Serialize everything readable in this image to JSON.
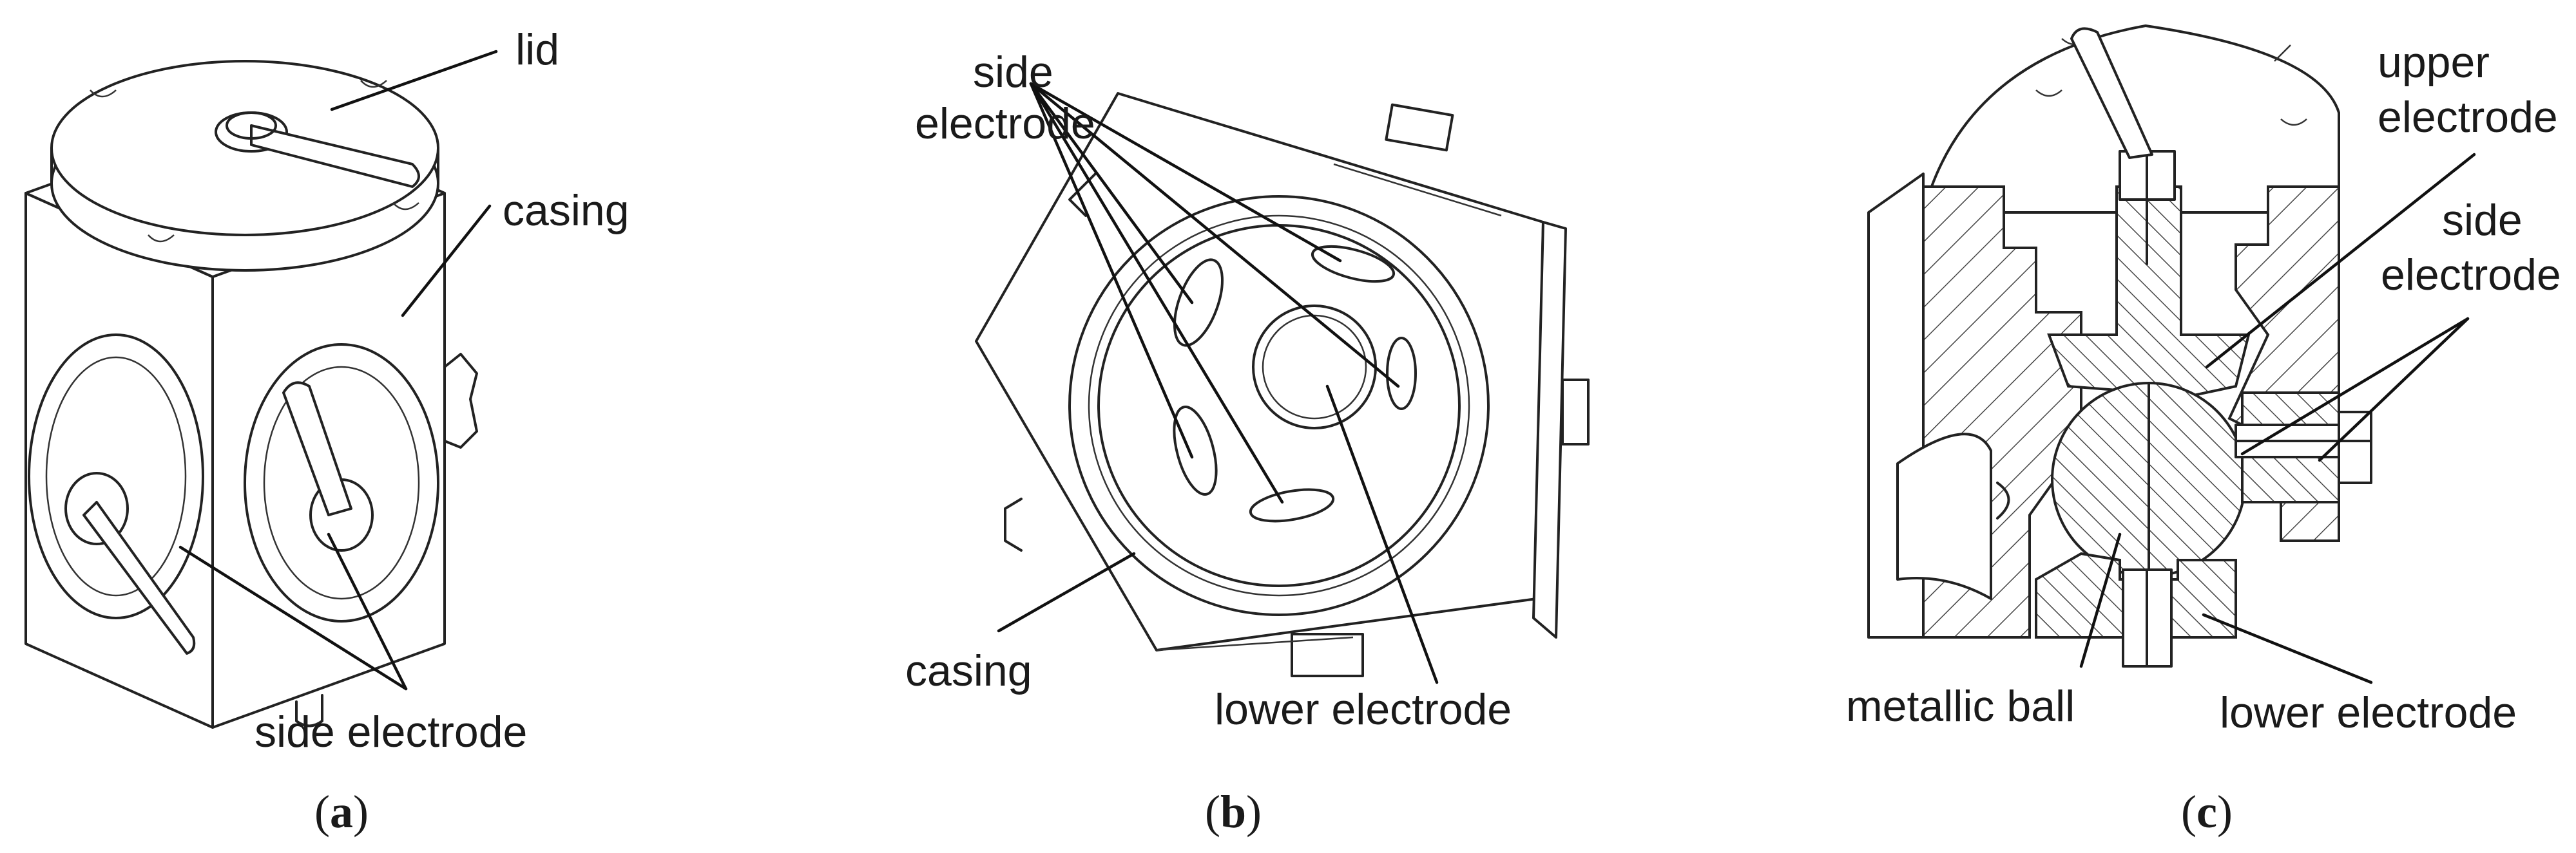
{
  "panels": {
    "a": {
      "caption_open": "(",
      "caption_letter": "a",
      "caption_close": ")",
      "labels": {
        "lid": "lid",
        "casing": "casing",
        "side_electrode": "side electrode"
      }
    },
    "b": {
      "caption_open": "(",
      "caption_letter": "b",
      "caption_close": ")",
      "labels": {
        "side_electrode_line1": "side",
        "side_electrode_line2": "electrode",
        "casing": "casing",
        "lower_electrode": "lower electrode"
      }
    },
    "c": {
      "caption_open": "(",
      "caption_letter": "c",
      "caption_close": ")",
      "labels": {
        "upper_electrode_line1": "upper",
        "upper_electrode_line2": "electrode",
        "side_electrode_line1": "side",
        "side_electrode_line2": "electrode",
        "metallic_ball": "metallic ball",
        "lower_electrode": "lower electrode"
      }
    }
  }
}
